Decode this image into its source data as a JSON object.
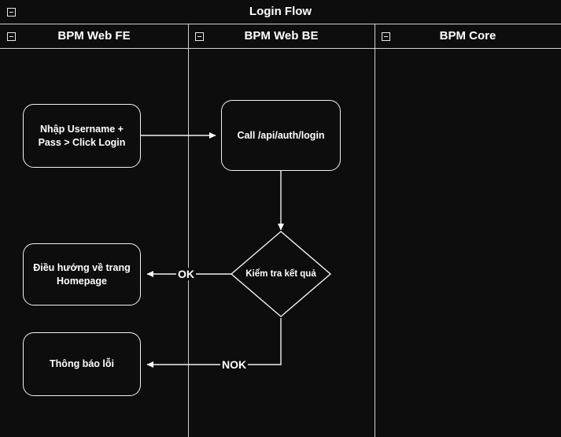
{
  "diagram": {
    "title": "Login Flow",
    "title_collapse_icon": "collapse-minus-icon",
    "lanes": [
      {
        "label": "BPM Web FE",
        "collapse_icon": "collapse-minus-icon"
      },
      {
        "label": "BPM Web BE",
        "collapse_icon": "collapse-minus-icon"
      },
      {
        "label": "BPM Core",
        "collapse_icon": "collapse-minus-icon"
      }
    ],
    "nodes": [
      {
        "id": "input-credentials",
        "label": "Nhập Username +\nPass > Click Login",
        "shape": "rounded-rect",
        "lane": "BPM Web FE"
      },
      {
        "id": "call-login-api",
        "label": "Call /api/auth/login",
        "shape": "rounded-rect",
        "lane": "BPM Web BE"
      },
      {
        "id": "check-result",
        "label": "Kiểm tra kết quả",
        "shape": "diamond",
        "lane": "BPM Web BE"
      },
      {
        "id": "redirect-homepage",
        "label": "Điều hướng về trang\nHomepage",
        "shape": "rounded-rect",
        "lane": "BPM Web FE"
      },
      {
        "id": "show-error",
        "label": "Thông báo lỗi",
        "shape": "rounded-rect",
        "lane": "BPM Web FE"
      }
    ],
    "edges": [
      {
        "from": "input-credentials",
        "to": "call-login-api",
        "label": ""
      },
      {
        "from": "call-login-api",
        "to": "check-result",
        "label": ""
      },
      {
        "from": "check-result",
        "to": "redirect-homepage",
        "label": "OK"
      },
      {
        "from": "check-result",
        "to": "show-error",
        "label": "NOK"
      }
    ],
    "colors": {
      "background": "#0d0d0d",
      "stroke": "#f2f2f2",
      "text": "#ffffff",
      "divider": "#d0d0d0"
    }
  }
}
